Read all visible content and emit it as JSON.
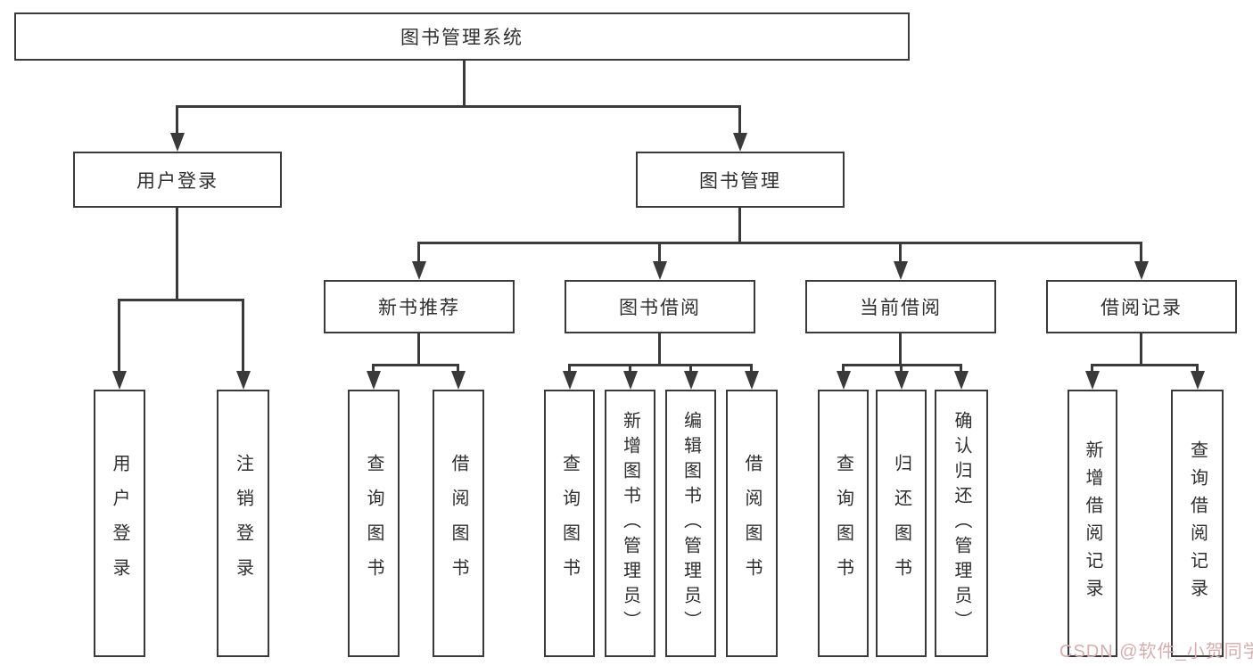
{
  "tree": {
    "label": "图书管理系统",
    "children": [
      {
        "label": "用户登录",
        "children": [
          {
            "label": "用户登录"
          },
          {
            "label": "注销登录"
          }
        ]
      },
      {
        "label": "图书管理",
        "children": [
          {
            "label": "新书推荐",
            "children": [
              {
                "label": "查询图书"
              },
              {
                "label": "借阅图书"
              }
            ]
          },
          {
            "label": "图书借阅",
            "children": [
              {
                "label": "查询图书"
              },
              {
                "label": "新增图书（管理员）"
              },
              {
                "label": "编辑图书（管理员）"
              },
              {
                "label": "借阅图书"
              }
            ]
          },
          {
            "label": "当前借阅",
            "children": [
              {
                "label": "查询图书"
              },
              {
                "label": "归还图书"
              },
              {
                "label": "确认归还（管理员）"
              }
            ]
          },
          {
            "label": "借阅记录",
            "children": [
              {
                "label": "新增借阅记录"
              },
              {
                "label": "查询借阅记录"
              }
            ]
          }
        ]
      }
    ]
  },
  "watermark": {
    "text": "CSDN @软件_小贺同学",
    "color": "#d5afaf"
  },
  "colors": {
    "line": "#3a3a3a",
    "box_border": "#3a3a3a",
    "box_bg": "#ffffff",
    "text": "#2f2f2f"
  }
}
